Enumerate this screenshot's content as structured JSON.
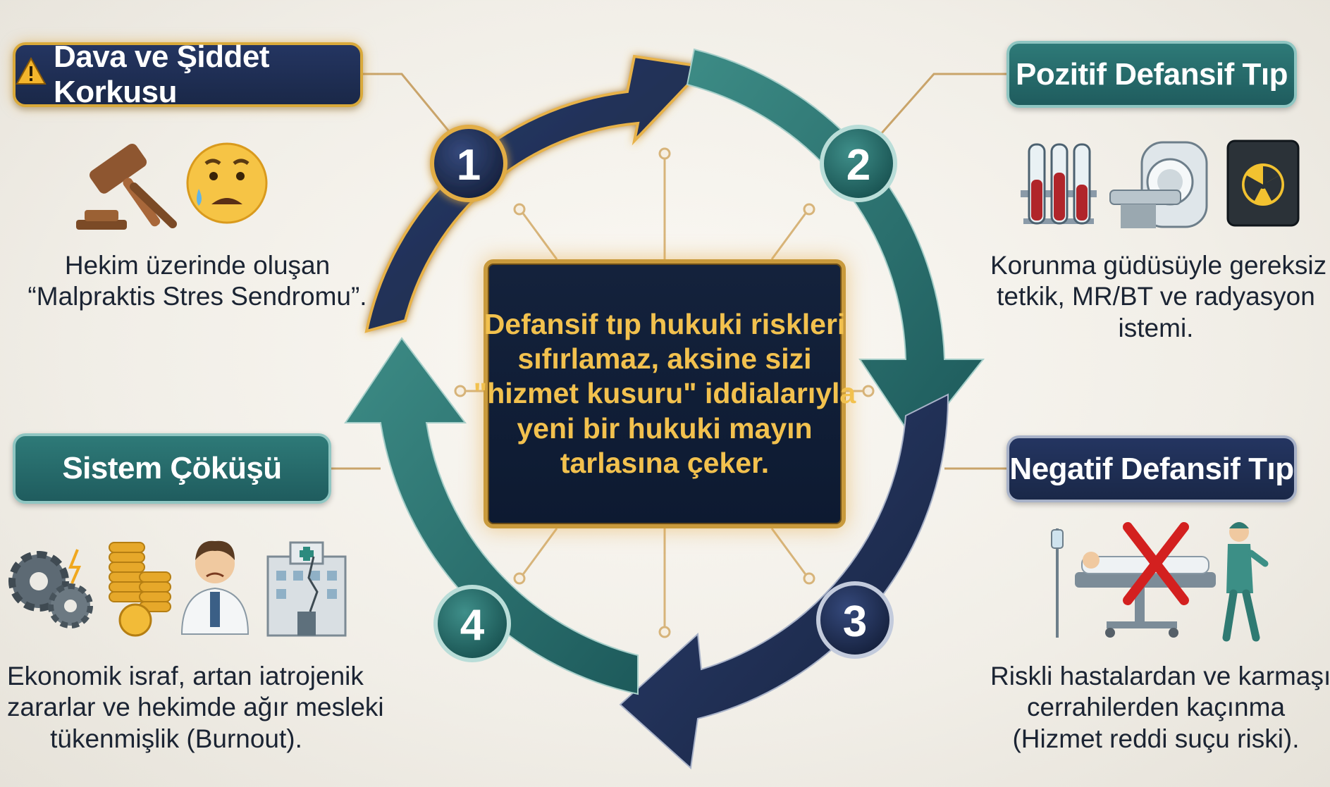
{
  "center": {
    "lines": [
      "Defansif tıp hukuki riskleri",
      "sıfırlamaz, aksine sizi",
      "\"hizmet kusuru\" iddialarıyla",
      "yeni bir hukuki mayın",
      "tarlasına çeker."
    ]
  },
  "steps": [
    {
      "number": "1",
      "title": "Dava ve Şiddet Korkusu",
      "description": [
        "Hekim üzerinde oluşan",
        "“Malpraktis Stres Sendromu”."
      ],
      "icons": [
        "warning-icon",
        "gavel-icon",
        "anxious-face-icon"
      ]
    },
    {
      "number": "2",
      "title": "Pozitif Defansif Tıp",
      "description": [
        "Korunma güdüsüyle gereksiz",
        "tetkik, MR/BT ve radyasyon",
        "istemi."
      ],
      "icons": [
        "test-tubes-icon",
        "mri-scanner-icon",
        "radiation-icon"
      ]
    },
    {
      "number": "3",
      "title": "Negatif Defansif Tıp",
      "description": [
        "Riskli hastalardan ve karmaşık",
        "cerrahilerden kaçınma",
        "(Hizmet reddi suçu riski)."
      ],
      "icons": [
        "patient-bed-crossed-icon",
        "surgeon-walking-away-icon"
      ]
    },
    {
      "number": "4",
      "title": "Sistem Çöküşü",
      "description": [
        "Ekonomik israf, artan iatrojenik",
        "zararlar ve hekimde ağır mesleki",
        "tükenmişlik (Burnout)."
      ],
      "icons": [
        "broken-gears-icon",
        "coin-stacks-icon",
        "stressed-doctor-icon",
        "cracked-hospital-icon"
      ]
    }
  ],
  "colors": {
    "navy": "#1f2e55",
    "teal": "#27706f",
    "gold": "#e0a83a",
    "center_text": "#f2c14e"
  }
}
